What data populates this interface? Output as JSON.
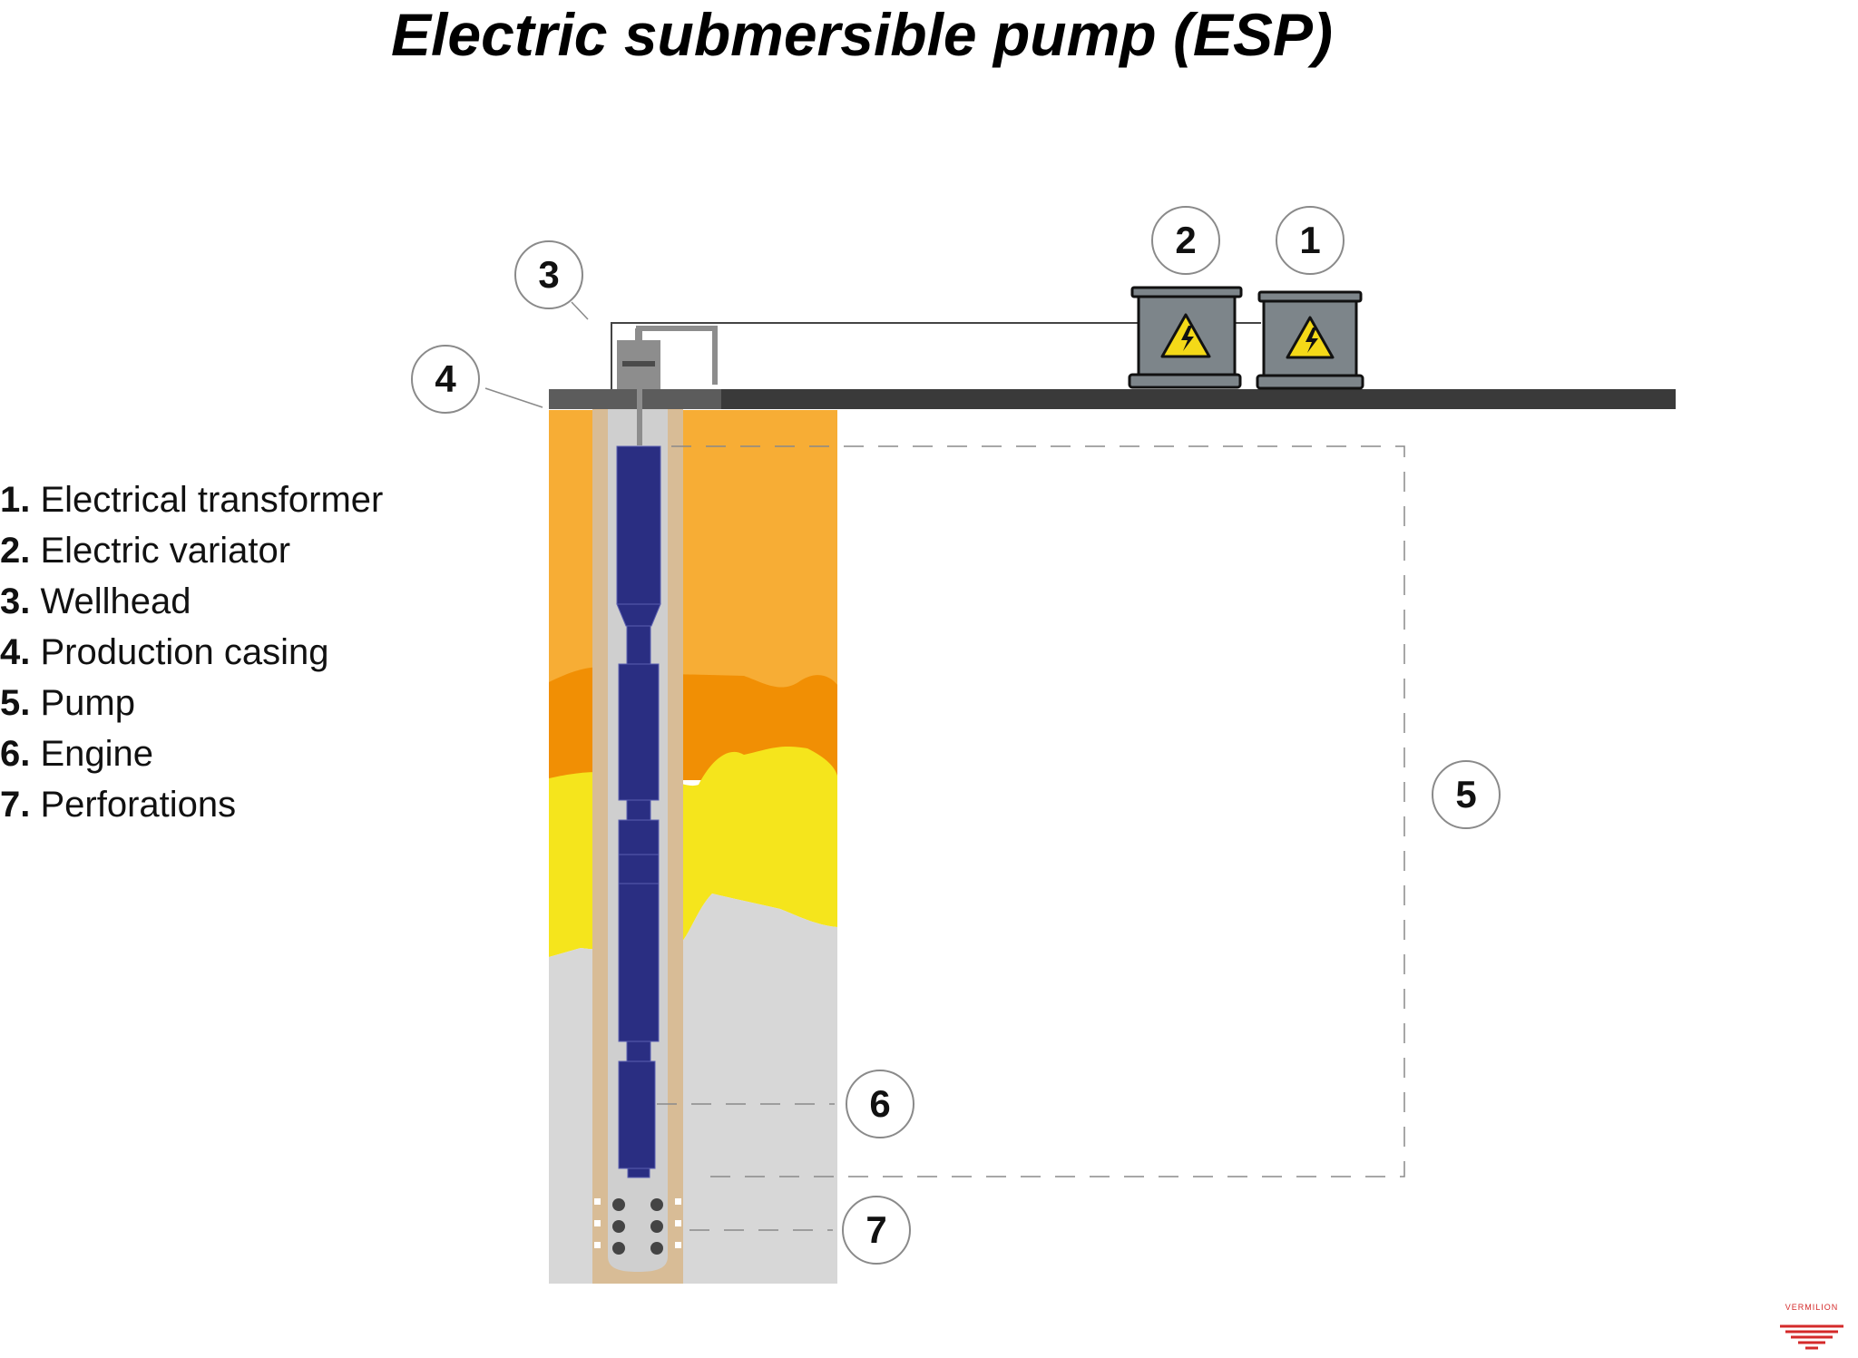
{
  "title": "Electric submersible pump (ESP)",
  "legend": [
    {
      "number": "1.",
      "label": "Electrical transformer"
    },
    {
      "number": "2.",
      "label": "Electric variator"
    },
    {
      "number": "3.",
      "label": "Wellhead"
    },
    {
      "number": "4.",
      "label": "Production casing"
    },
    {
      "number": "5.",
      "label": "Pump"
    },
    {
      "number": "6.",
      "label": "Engine"
    },
    {
      "number": "7.",
      "label": "Perforations"
    }
  ],
  "callouts": {
    "c1": "1",
    "c2": "2",
    "c3": "3",
    "c4": "4",
    "c5": "5",
    "c6": "6",
    "c7": "7"
  },
  "logo": {
    "text": "VERMILION",
    "color": "#d42a2a"
  },
  "colors": {
    "ground": "#3a3a3a",
    "soil_top": "#f7ad35",
    "soil_orange": "#f18f04",
    "soil_yellow": "#f5e51c",
    "soil_grey": "#d7d7d7",
    "casing": "#d8bc96",
    "tubing": "#cfcfcf",
    "pump_body": "#2a2e82",
    "equipment_box": "#7d858a",
    "warning_yellow": "#f4d918"
  }
}
